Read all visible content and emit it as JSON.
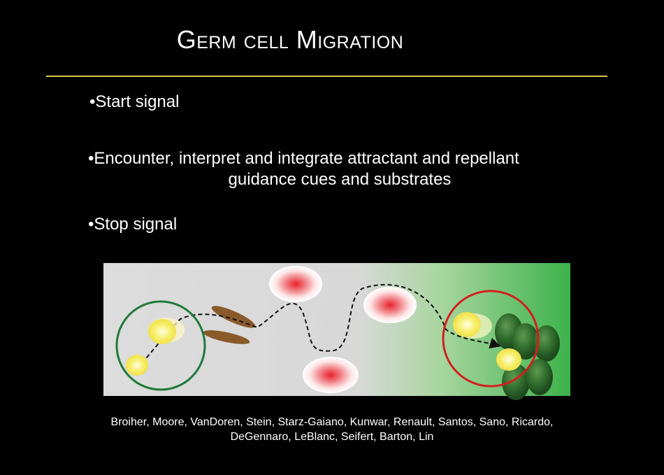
{
  "title": "Germ cell Migration",
  "bullets": {
    "start": "•Start signal",
    "encounter_line1": "•Encounter, interpret and integrate attractant and repellant",
    "encounter_line2": "guidance cues and substrates",
    "stop": "•Stop signal"
  },
  "references": {
    "line1": "Broiher, Moore, VanDoren, Stein, Starz-Gaiano, Kunwar, Renault,  Santos, Sano, Ricardo,",
    "line2": "DeGennaro, LeBlanc, Seifert, Barton, Lin"
  },
  "colors": {
    "background": "#000000",
    "rule": "#d9c84a",
    "start_circle": "#1f7a3a",
    "stop_circle": "#d21f1f",
    "gradient_end": "#3db24a",
    "repellent": "#e8212b",
    "substrate": "#8a5a2b",
    "gonad_cells": "#2a6a2a",
    "germ_cell": "#f7ef6a"
  },
  "icons": [
    "germ-cell",
    "repellent-blob",
    "substrate-cell",
    "gonad-cell"
  ]
}
